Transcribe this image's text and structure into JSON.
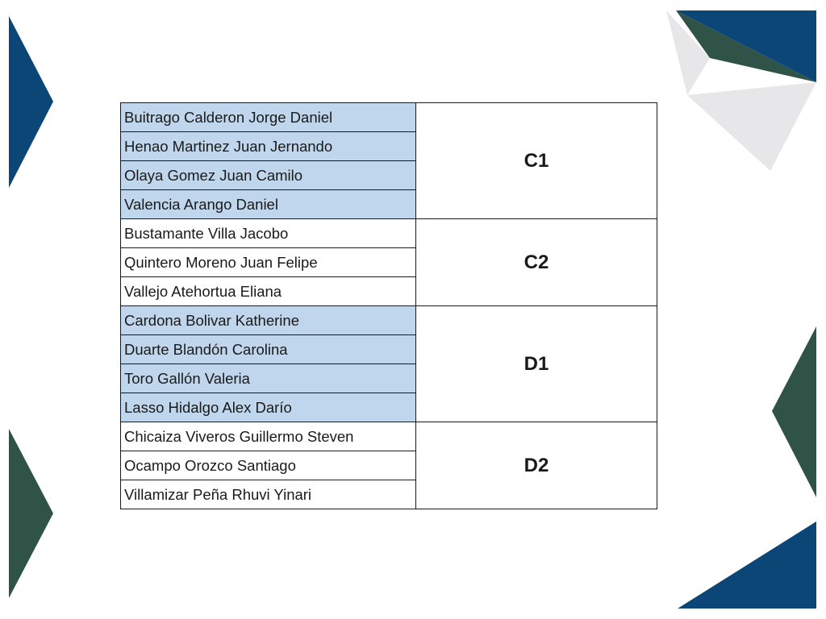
{
  "colors": {
    "navy": "#0b4677",
    "green": "#2f5447",
    "light_gray": "#e7e6e9",
    "row_blue": "#c0d6ec",
    "border": "#1a1a1a"
  },
  "groups": [
    {
      "label": "C1",
      "shaded": true,
      "members": [
        "Buitrago Calderon Jorge Daniel",
        "Henao Martinez Juan Jernando",
        "Olaya Gomez Juan Camilo",
        "Valencia Arango Daniel"
      ]
    },
    {
      "label": "C2",
      "shaded": false,
      "members": [
        "Bustamante Villa Jacobo",
        "Quintero Moreno Juan Felipe",
        "Vallejo Atehortua Eliana"
      ]
    },
    {
      "label": "D1",
      "shaded": true,
      "members": [
        "Cardona Bolivar Katherine",
        "Duarte Blandón Carolina",
        "Toro Gallón Valeria",
        "Lasso Hidalgo Alex Darío"
      ]
    },
    {
      "label": "D2",
      "shaded": false,
      "members": [
        "Chicaiza Viveros Guillermo Steven",
        "Ocampo Orozco Santiago",
        "Villamizar Peña Rhuvi Yinari"
      ]
    }
  ]
}
